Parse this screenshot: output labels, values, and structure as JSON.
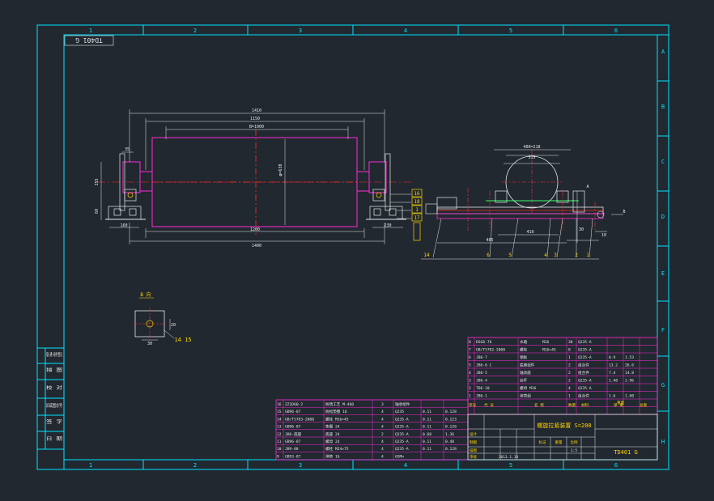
{
  "colors": {
    "background": "#212830",
    "frame": "#00e5ff",
    "magenta": "#ff2bd6",
    "red": "#ff2a2a",
    "white": "#e8e8e8",
    "yellow": "#ffd400",
    "green": "#3cff6a"
  },
  "frame": {
    "cols_top": [
      "1",
      "2",
      "3",
      "4",
      "5",
      "6"
    ],
    "cols_bottom": [
      "1",
      "2",
      "3",
      "4",
      "5",
      "6"
    ],
    "rows_right": [
      "A",
      "B",
      "C",
      "D",
      "E",
      "F",
      "G",
      "H"
    ],
    "corner_code": "TD401 G"
  },
  "front_view": {
    "dims": {
      "overall_top": "1410",
      "second": "1150",
      "belt": "B=1000",
      "drum_dia": "φ=630",
      "left_small": "35",
      "left_vert": "355",
      "left_low": "60",
      "bottom_inner": "1200",
      "bottom_outer": "1400",
      "left_base": "160",
      "right_base": "230"
    }
  },
  "side_view": {
    "dims": {
      "top": "400=218",
      "height": "315",
      "width_a": "410",
      "width_b": "485",
      "small_a": "30",
      "small_b": "10"
    },
    "section_mark": "B",
    "hole_mark": "A"
  },
  "balloons": {
    "left": [
      "16",
      "18",
      "1",
      "17"
    ],
    "bottom": [
      "14",
      "6",
      "5",
      "4",
      "3",
      "2",
      "1"
    ],
    "detail": "14 15"
  },
  "detail_view": {
    "title": "B 向",
    "dims": [
      "30",
      "20"
    ]
  },
  "parts_table_right": {
    "rows": [
      [
        "8",
        "DSG8-76",
        "水箱",
        "M16",
        "30",
        "Q235-A",
        "",
        ""
      ],
      [
        "7",
        "GB/T5782-2000",
        "螺栓",
        "M16×45",
        "8",
        "Q235-A",
        "",
        ""
      ],
      [
        "6",
        "JB6-7",
        "钢板",
        "",
        "1",
        "Q235-A",
        "0.9",
        "1.53"
      ],
      [
        "5",
        "JB6-6 C",
        "底座组件",
        "",
        "2",
        "组合件",
        "13.2",
        "26.6"
      ],
      [
        "4",
        "JB6-5",
        "轴承座",
        "",
        "2",
        "组合件",
        "7.4",
        "14.8"
      ],
      [
        "3",
        "JB6-4",
        "丝杆",
        "",
        "2",
        "Q235-A",
        "1.48",
        "2.96"
      ],
      [
        "2",
        "TD6-10",
        "螺母 M16",
        "",
        "4",
        "Q235-A",
        "",
        ""
      ],
      [
        "1",
        "JB6-1",
        "滚筒组",
        "",
        "1",
        "组合件",
        "1.6",
        "1.60"
      ]
    ],
    "header": [
      "序号",
      "代  号",
      "名  称",
      "数量",
      "材料",
      "单  重",
      "总重"
    ],
    "header_sub": "重量"
  },
  "parts_table_left": {
    "rows": [
      [
        "16",
        "ZZ1D60-2",
        "防锈工艺 M-460",
        "3",
        "轴承组件",
        "",
        ""
      ],
      [
        "15",
        "GB96-87",
        "防松垫圈 16",
        "4",
        "Q235",
        "0.11",
        "0.128"
      ],
      [
        "14",
        "GB/T5783-2000",
        "螺栓 M16×45",
        "4",
        "Q235-A",
        "0.11",
        "0.123"
      ],
      [
        "13",
        "GB96-87",
        "垫圈 24",
        "4",
        "Q235-A",
        "0.11",
        "0.128"
      ],
      [
        "12",
        "JB6-底座",
        "底座 24",
        "2",
        "Q235-A",
        "0.68",
        "1.36"
      ],
      [
        "11",
        "GB96-87",
        "螺母 24",
        "4",
        "Q235-A",
        "0.11",
        "0.48"
      ],
      [
        "10",
        "JB9-88",
        "螺栓 M24×75",
        "4",
        "Q235-A",
        "0.11",
        "0.128"
      ],
      [
        "9",
        "GB93-87",
        "弹垫 16",
        "4",
        "65Mn",
        "",
        ""
      ]
    ]
  },
  "title_block": {
    "drawing_title": "螺旋拉紧装置 S=200",
    "drawing_no": "TD401 G",
    "left_labels": [
      "设计",
      "制图",
      "描图",
      "审核"
    ],
    "small_labels": [
      "标记",
      "重量",
      "比例"
    ],
    "scale": "1:5",
    "date": "2013.1.10"
  },
  "left_strip": {
    "labels": [
      "借(通)用件登记",
      "描 图",
      "校 对",
      "旧底图总号",
      "签 字",
      "日 期"
    ]
  }
}
